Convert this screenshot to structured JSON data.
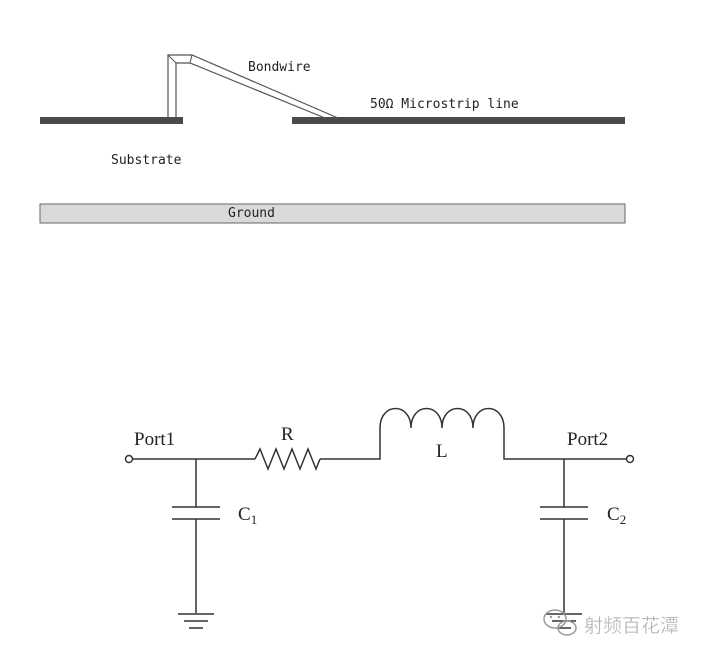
{
  "cross_section": {
    "bondwire_label": "Bondwire",
    "microstrip_label": "50Ω Microstrip line",
    "substrate_label": "Substrate",
    "ground_label": "Ground"
  },
  "circuit": {
    "port1_label": "Port1",
    "port2_label": "Port2",
    "resistor_label": "R",
    "inductor_label": "L",
    "cap1_label": "C",
    "cap1_sub": "1",
    "cap2_label": "C",
    "cap2_sub": "2"
  },
  "watermark": {
    "text": "射频百花潭"
  },
  "colors": {
    "line": "#333333",
    "metal": "#4a4a4a",
    "ground_fill": "#d9d9d9",
    "wire": "#555555"
  }
}
